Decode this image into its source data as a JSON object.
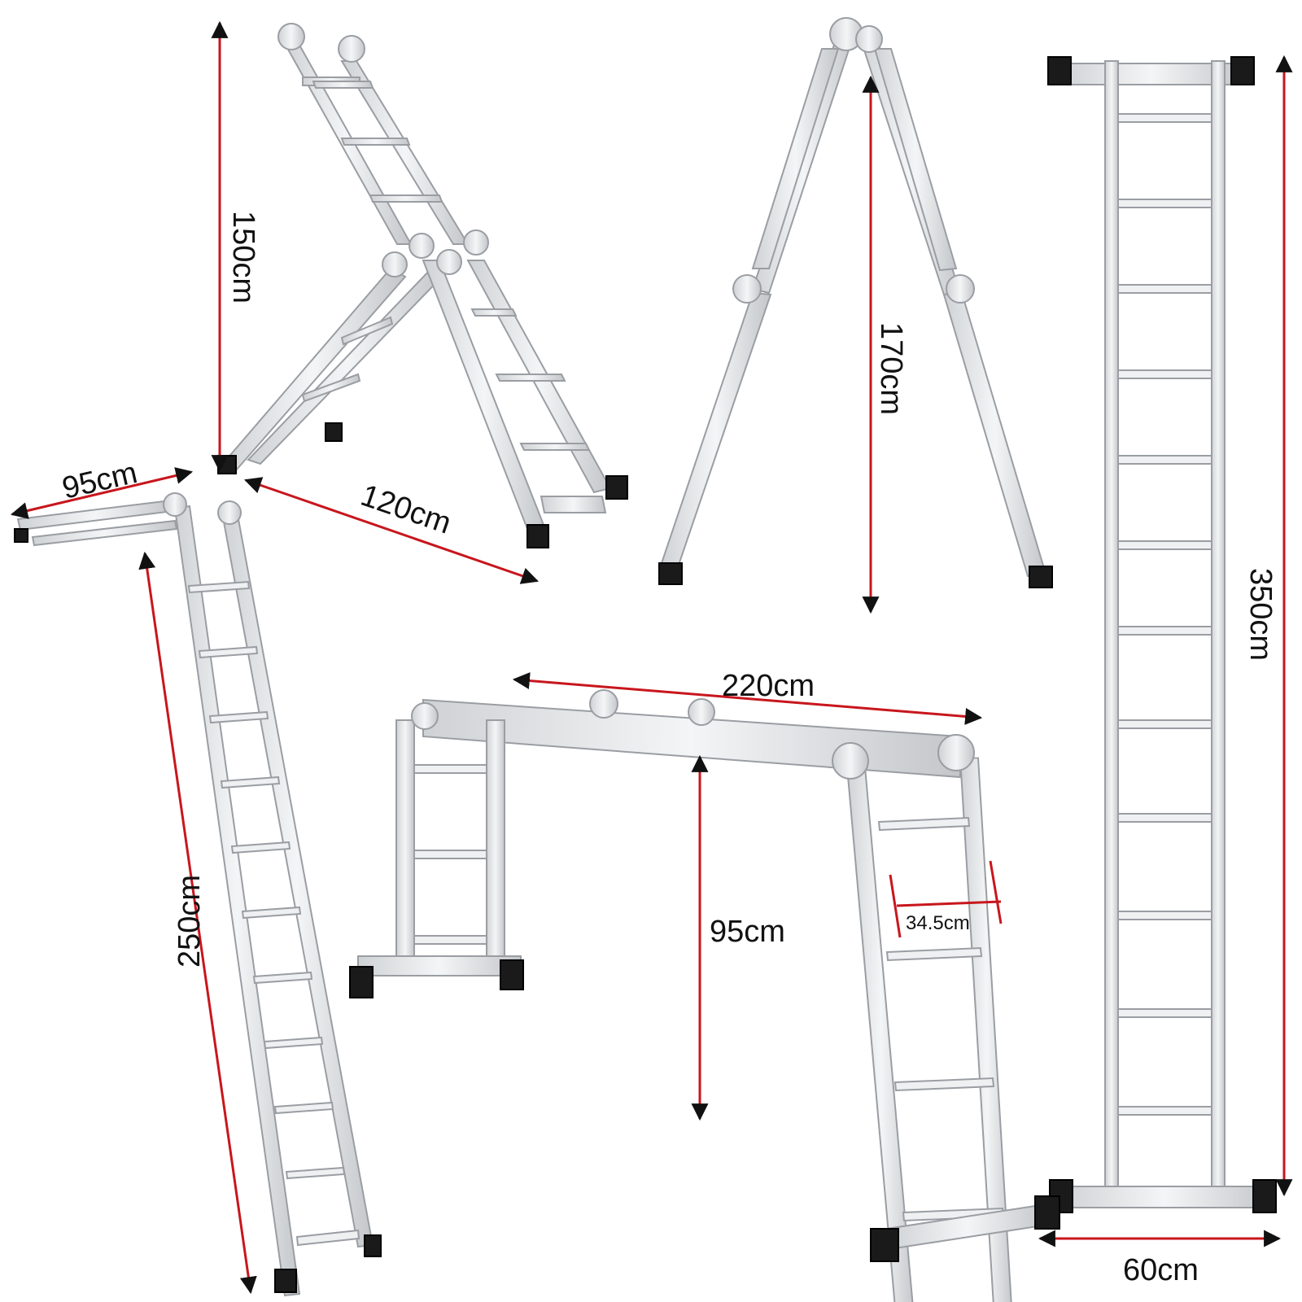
{
  "dimensions": {
    "height_150": "150cm",
    "depth_95": "95cm",
    "span_120": "120cm",
    "height_170": "170cm",
    "length_350": "350cm",
    "width_60": "60cm",
    "length_250": "250cm",
    "span_220": "220cm",
    "height_95": "95cm",
    "step_width": "34.5cm"
  },
  "colors": {
    "arrow": "#c8161d",
    "aluminium": "#e4e6e8",
    "aluminium_edge": "#9a9ea3",
    "foot": "#1a1a1a"
  }
}
